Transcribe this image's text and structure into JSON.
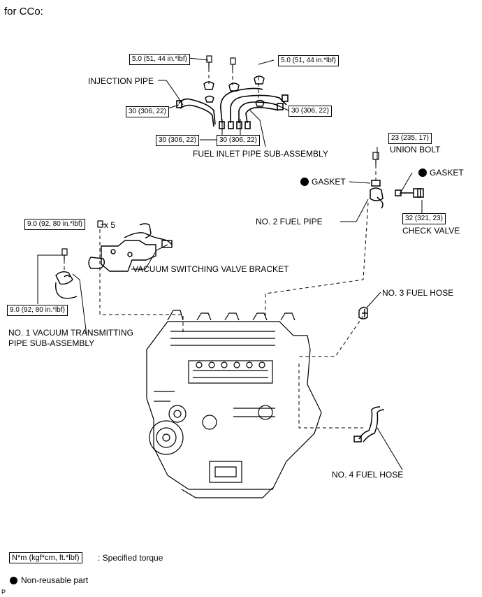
{
  "header": {
    "title": "for CCo:"
  },
  "torques": {
    "t1": "5.0 (51, 44 in.*lbf)",
    "t2": "5.0 (51, 44 in.*lbf)",
    "t3": "30 (306, 22)",
    "t4": "30 (306, 22)",
    "t5": "30 (306, 22)",
    "t6": "30 (306, 22)",
    "t7": "23 (235, 17)",
    "t8": "9.0 (92, 80 in.*lbf)",
    "t9": "32 (321, 23)",
    "t10": "9.0 (92, 80 in.*lbf)"
  },
  "labels": {
    "injection_pipe": "INJECTION PIPE",
    "fuel_inlet_pipe": "FUEL INLET PIPE SUB-ASSEMBLY",
    "union_bolt": "UNION BOLT",
    "gasket_left": "GASKET",
    "gasket_right": "GASKET",
    "no2_fuel_pipe": "NO. 2 FUEL PIPE",
    "check_valve": "CHECK VALVE",
    "x5": "x 5",
    "vacuum_switching_bracket": "VACUUM SWITCHING VALVE BRACKET",
    "no3_fuel_hose": "NO. 3 FUEL HOSE",
    "no1_vacuum_line1": "NO. 1 VACUUM TRANSMITTING",
    "no1_vacuum_line2": "PIPE SUB-ASSEMBLY",
    "no4_fuel_hose": "NO. 4 FUEL HOSE"
  },
  "legend": {
    "torque_unit": "N*m (kgf*cm, ft.*lbf)",
    "torque_desc": ": Specified torque",
    "nonreusable": "Non-reusable part"
  },
  "footer": {
    "mark": "P"
  }
}
